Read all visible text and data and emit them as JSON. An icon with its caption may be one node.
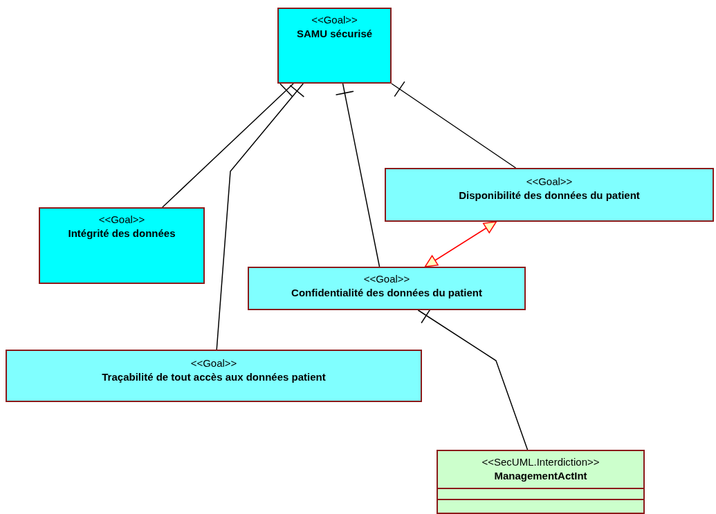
{
  "diagram": {
    "nodes": [
      {
        "text": [
          "<<Goal>>",
          "SAMU sécurisé"
        ]
      },
      {
        "text": [
          "<<Goal>>",
          "Intégrité des données"
        ]
      },
      {
        "text": [
          "<<Goal>>",
          "Disponibilité des données du patient"
        ]
      },
      {
        "text": [
          "<<Goal>>",
          "Confidentialité des données du patient"
        ]
      },
      {
        "text": [
          "<<Goal>>",
          "Traçabilité de tout accès aux données patient"
        ]
      },
      {
        "text": [
          "<<SecUML.Interdiction>>",
          "ManagementActInt"
        ]
      }
    ],
    "edges": [
      {
        "from": 0,
        "to": 1,
        "arrow": "other"
      },
      {
        "from": 0,
        "to": 4,
        "arrow": "other"
      },
      {
        "from": 0,
        "to": 3,
        "arrow": "other"
      },
      {
        "from": 0,
        "to": 2,
        "arrow": "other"
      },
      {
        "from": 2,
        "to": 3,
        "arrow": "both",
        "color": "#ff0000"
      },
      {
        "from": 3,
        "to": 5,
        "arrow": "other"
      }
    ]
  }
}
